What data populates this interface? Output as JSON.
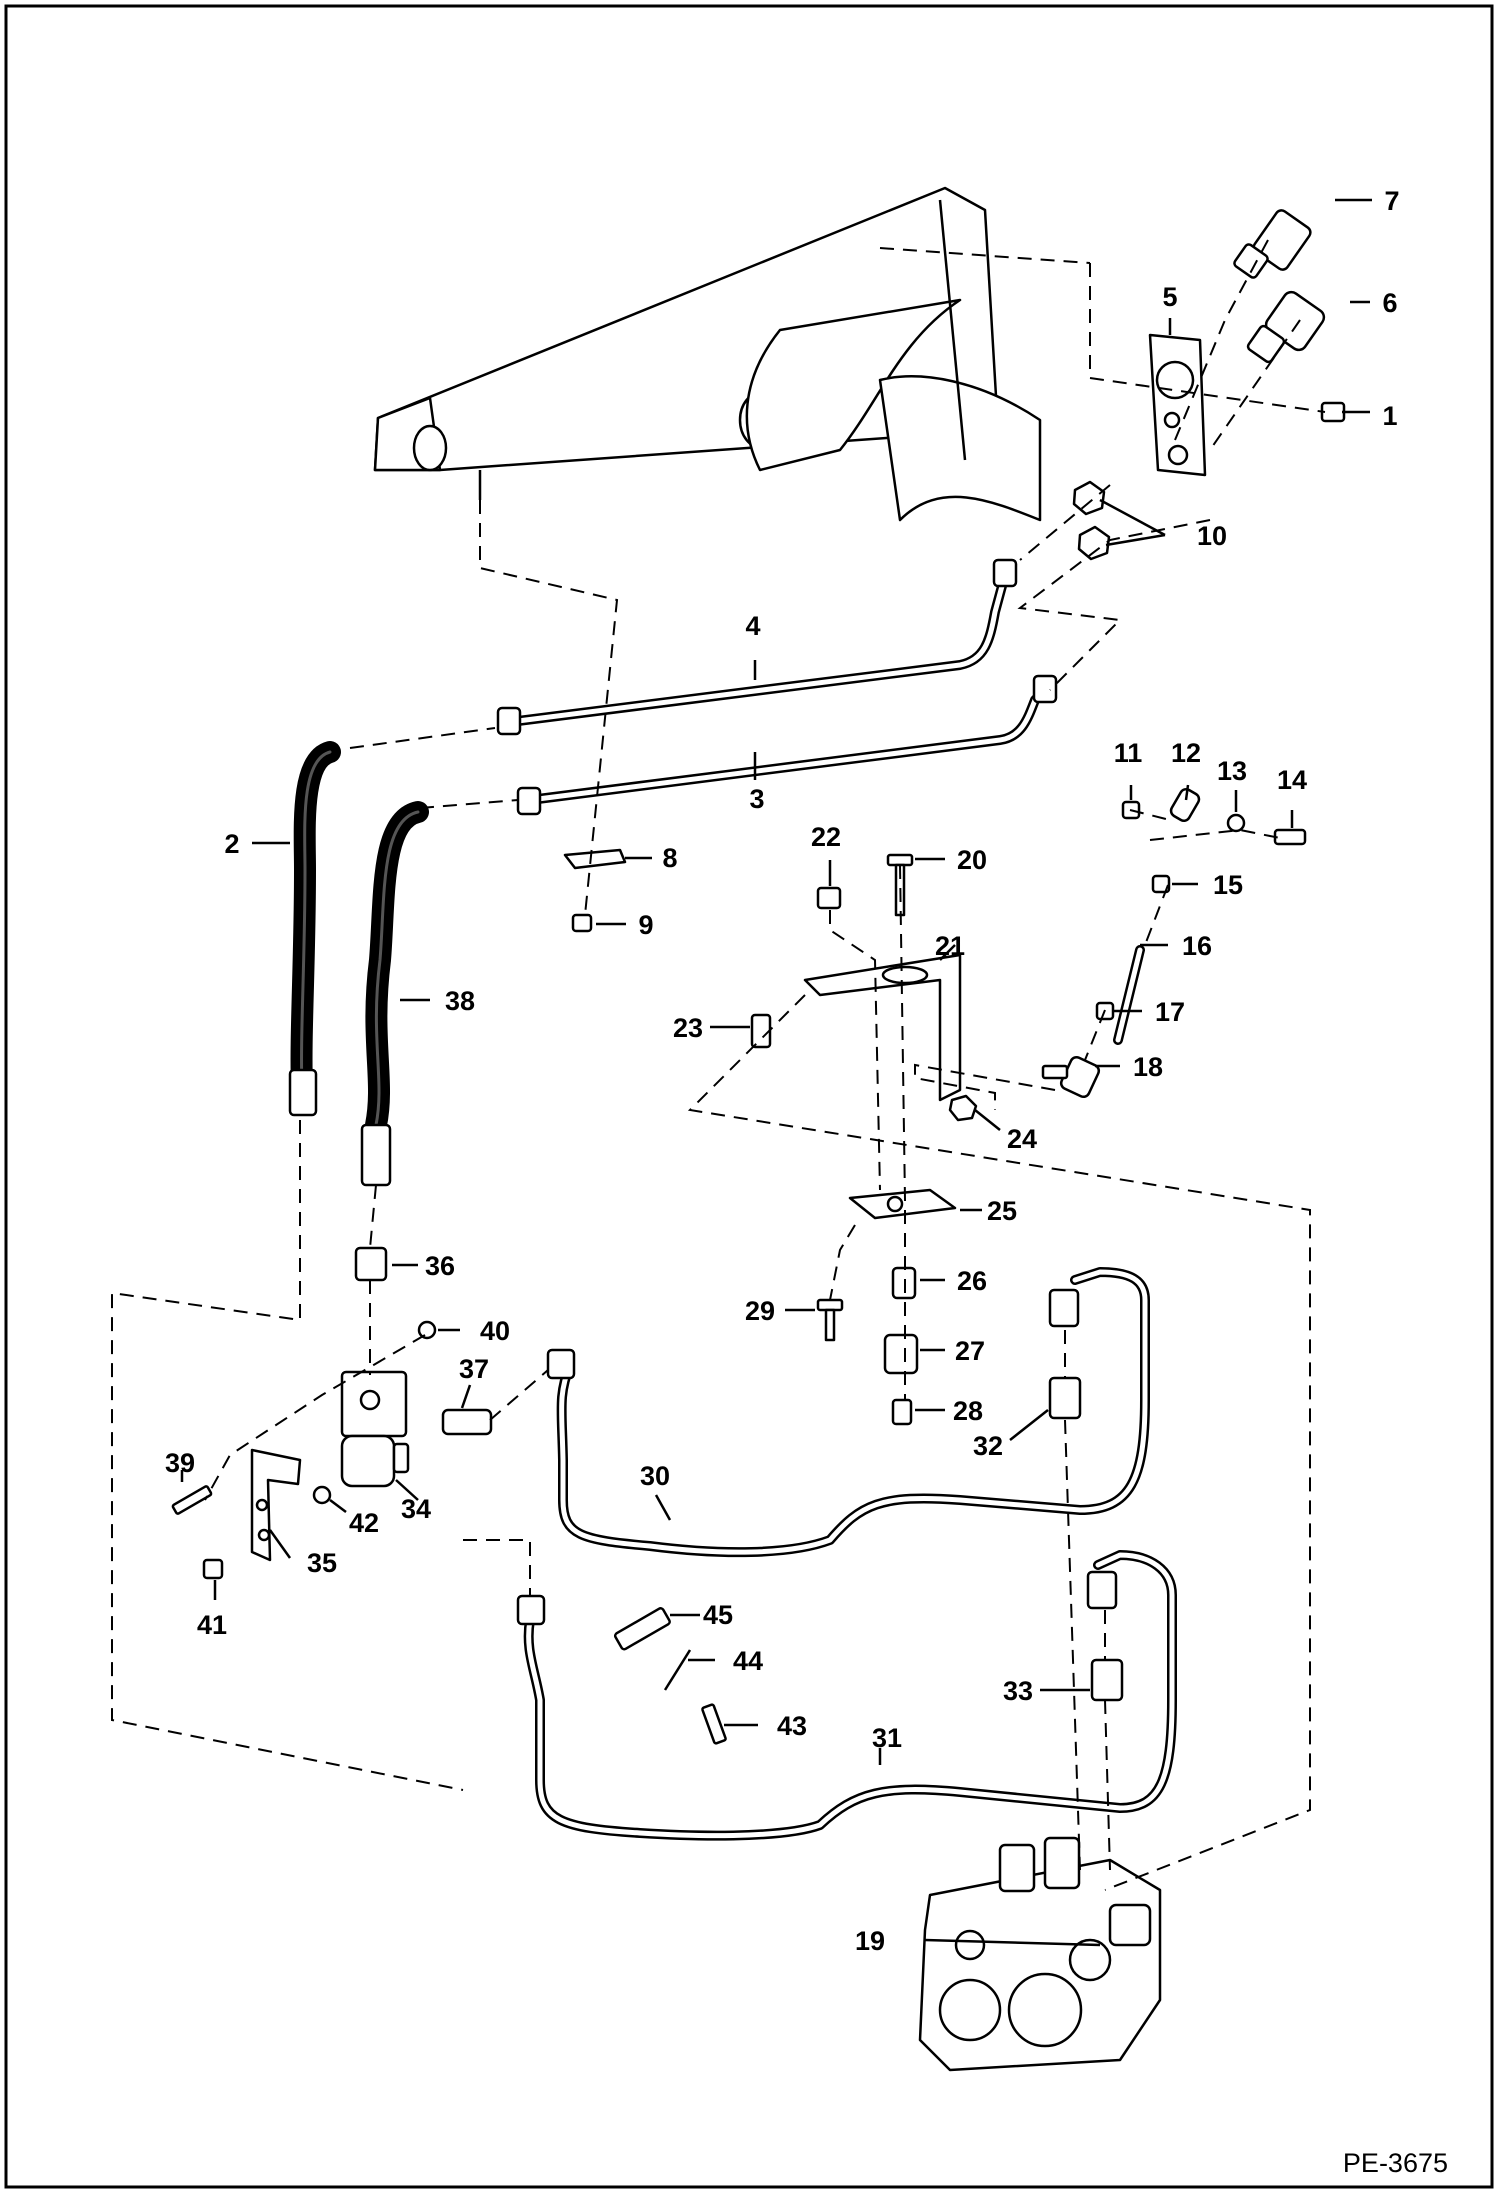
{
  "figure_id": "PE-3675",
  "callouts": [
    "1",
    "2",
    "3",
    "4",
    "5",
    "6",
    "7",
    "8",
    "9",
    "10",
    "11",
    "12",
    "13",
    "14",
    "15",
    "16",
    "17",
    "18",
    "19",
    "20",
    "21",
    "22",
    "23",
    "24",
    "25",
    "26",
    "27",
    "28",
    "29",
    "30",
    "31",
    "32",
    "33",
    "34",
    "35",
    "36",
    "37",
    "38",
    "39",
    "40",
    "41",
    "42",
    "43",
    "44",
    "45"
  ]
}
